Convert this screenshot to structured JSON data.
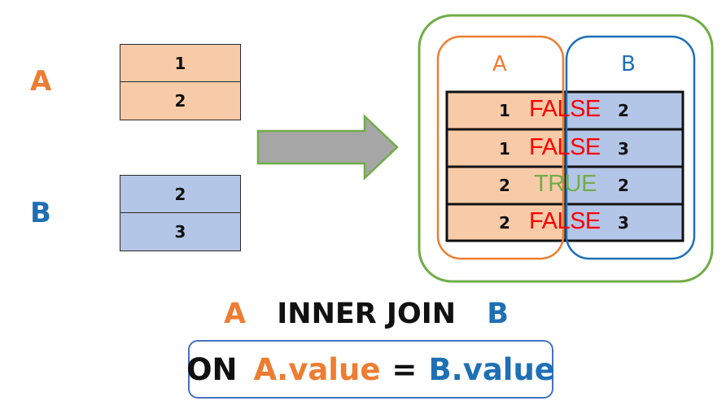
{
  "tables": {
    "a": {
      "label": "A",
      "values": [
        "1",
        "2"
      ]
    },
    "b": {
      "label": "B",
      "values": [
        "2",
        "3"
      ]
    }
  },
  "result": {
    "circle_a_label": "A",
    "circle_b_label": "B",
    "rows": [
      {
        "a": "1",
        "match": "FALSE",
        "b": "2"
      },
      {
        "a": "1",
        "match": "FALSE",
        "b": "3"
      },
      {
        "a": "2",
        "match": "TRUE",
        "b": "2"
      },
      {
        "a": "2",
        "match": "FALSE",
        "b": "3"
      }
    ]
  },
  "join": {
    "left": "A",
    "keyword": "INNER JOIN",
    "right": "B",
    "on_keyword": "ON",
    "left_prefix": "A",
    "left_field": ".value",
    "equals": "=",
    "right_prefix": "B",
    "right_field": ".value"
  },
  "colors": {
    "a": "#ed7d31",
    "b": "#1f6fb5",
    "true": "#70ad47",
    "false": "#ff0000",
    "outer": "#70ad47",
    "arrow_fill": "#a6a6a6",
    "arrow_stroke": "#70ad47"
  }
}
